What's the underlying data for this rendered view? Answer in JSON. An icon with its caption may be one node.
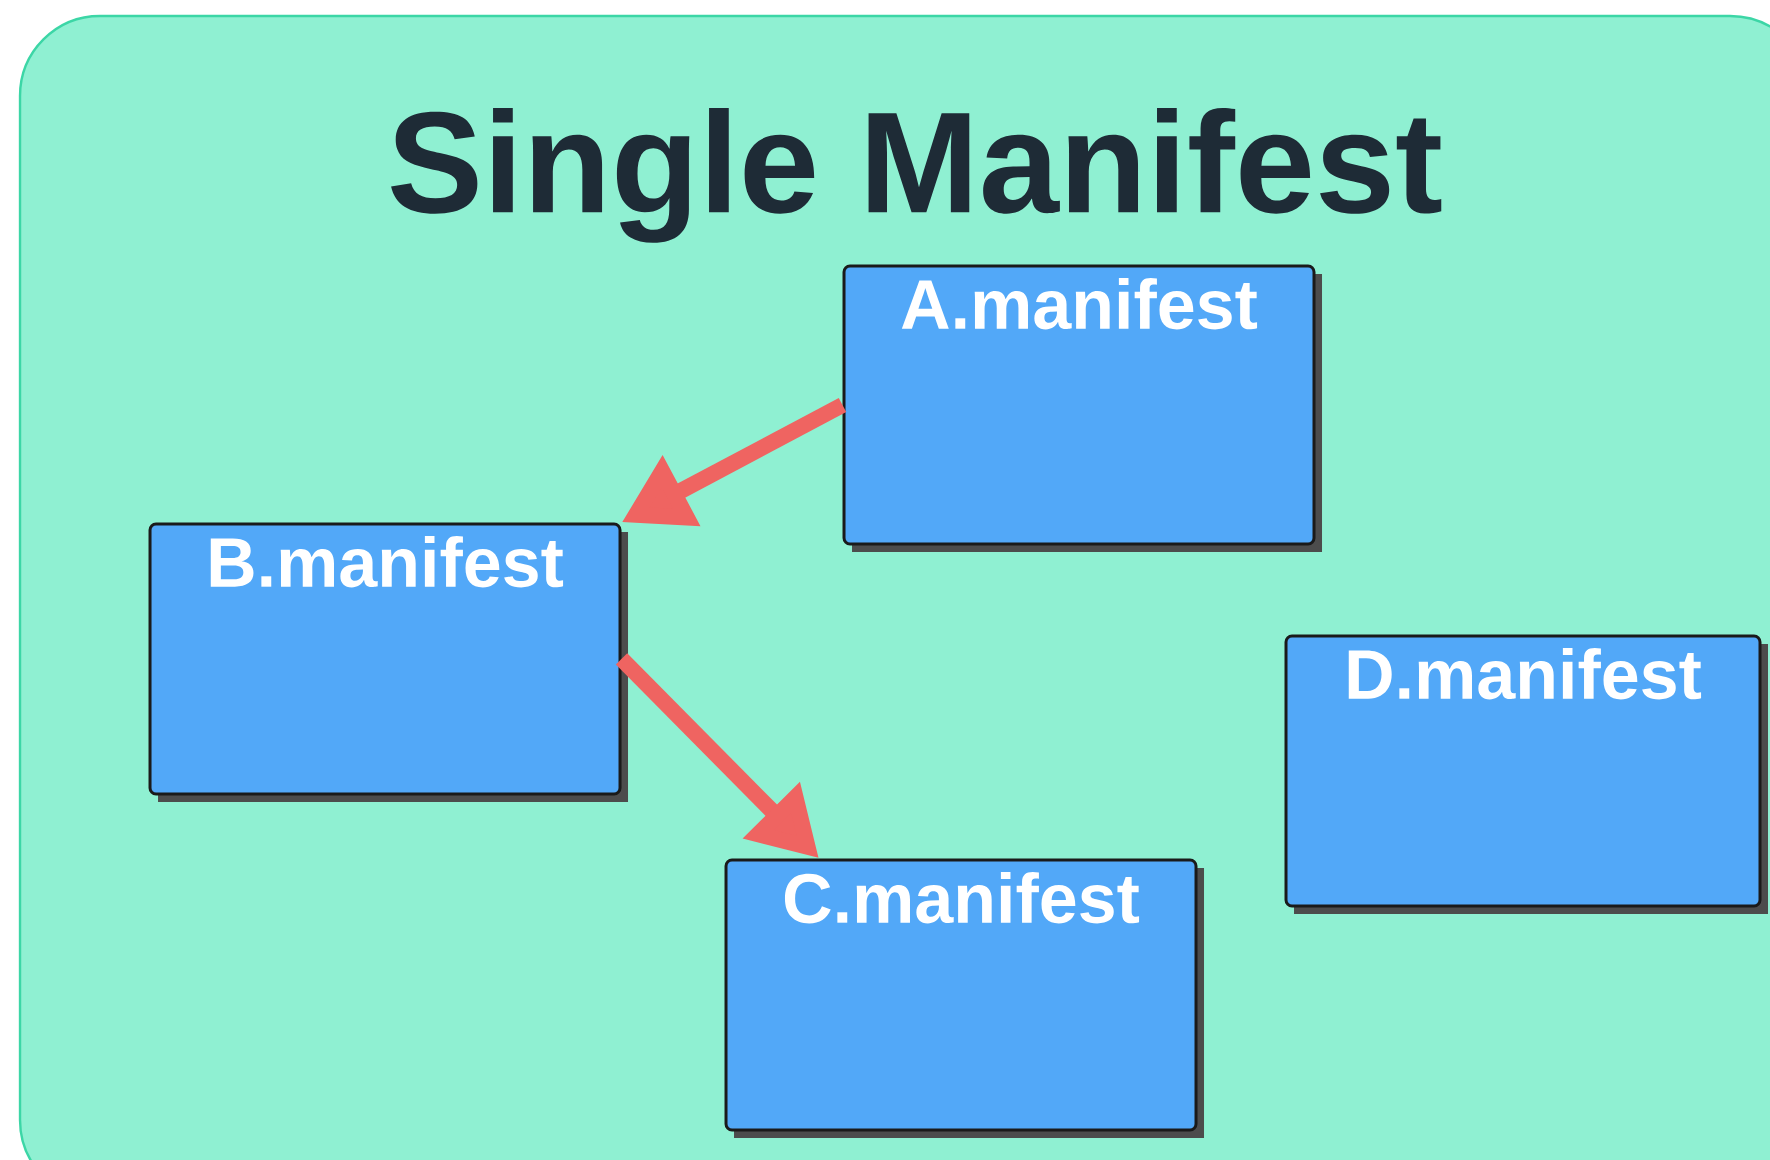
{
  "diagram": {
    "nodes": [
      {
        "text": [
          "Single Manifest"
        ]
      },
      {
        "text": [
          "A.manifest"
        ],
        "in": 0
      },
      {
        "text": [
          "B.manifest"
        ],
        "in": 0
      },
      {
        "text": [
          "C.manifest"
        ],
        "in": 0
      },
      {
        "text": [
          "D.manifest"
        ],
        "in": 0
      }
    ],
    "edges": [
      {
        "from": 1,
        "to": 2,
        "arrow": "to"
      },
      {
        "from": 2,
        "to": 3,
        "arrow": "to"
      }
    ]
  }
}
